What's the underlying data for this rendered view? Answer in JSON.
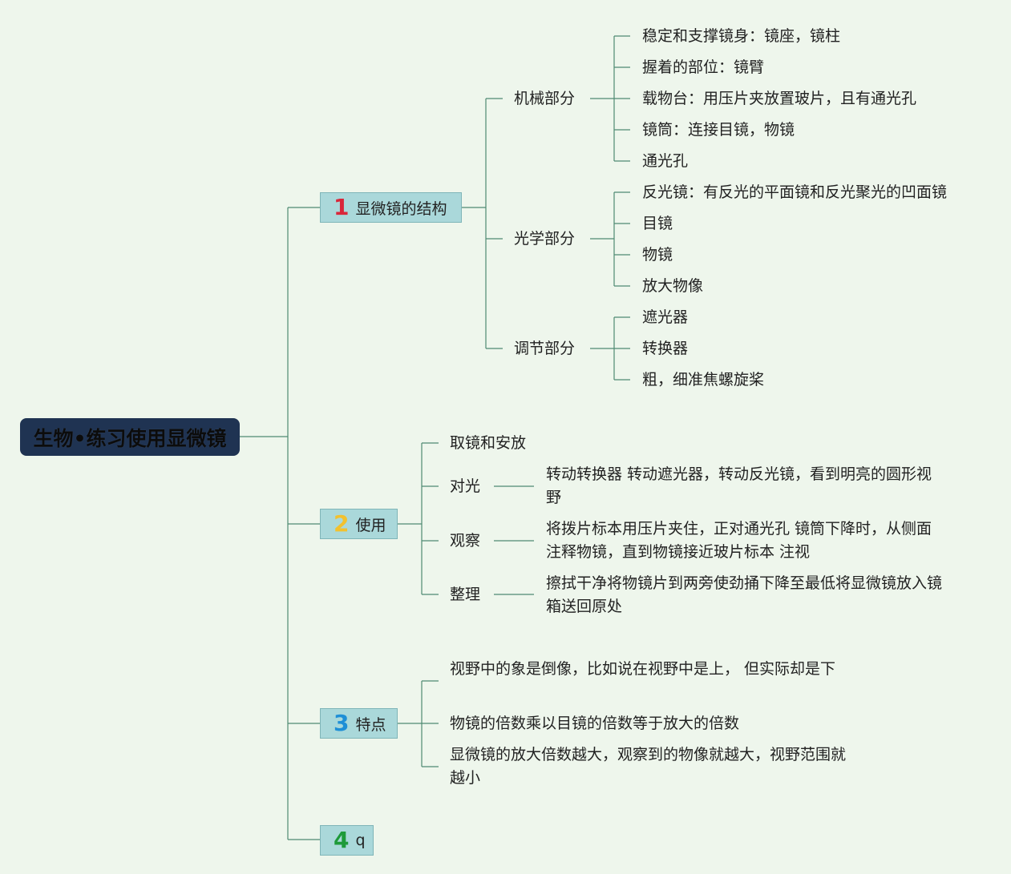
{
  "root": "生物•练习使用显微镜",
  "branches": [
    {
      "num": "1",
      "num_color": "#d9263a",
      "label": "显微镜的结构",
      "groups": [
        {
          "label": "机械部分",
          "items": [
            "稳定和支撑镜身：镜座，镜柱",
            "握着的部位：镜臂",
            "载物台：用压片夹放置玻片，且有通光孔",
            "镜筒：连接目镜，物镜",
            "通光孔"
          ]
        },
        {
          "label": "光学部分",
          "items": [
            "反光镜：有反光的平面镜和反光聚光的凹面镜",
            "目镜",
            "物镜",
            "放大物像"
          ]
        },
        {
          "label": "调节部分",
          "items": [
            "遮光器",
            "转换器",
            "粗，细准焦螺旋桨"
          ]
        }
      ]
    },
    {
      "num": "2",
      "num_color": "#f2c12e",
      "label": "使用",
      "items": [
        {
          "label": "取镜和安放"
        },
        {
          "label": "对光",
          "detail": "转动转换器 转动遮光器，转动反光镜，看到明亮的圆形视野"
        },
        {
          "label": "观察",
          "detail": "将拨片标本用压片夹住，正对通光孔 镜筒下降时，从侧面注释物镜，直到物镜接近玻片标本 注视"
        },
        {
          "label": "整理",
          "detail": "擦拭干净将物镜片到两旁使劲捅下降至最低将显微镜放入镜箱送回原处"
        }
      ]
    },
    {
      "num": "3",
      "num_color": "#1f8fd6",
      "label": "特点",
      "items": [
        "视野中的象是倒像，比如说在视野中是上， 但实际却是下",
        "物镜的倍数乘以目镜的倍数等于放大的倍数",
        "显微镜的放大倍数越大，观察到的物像就越大，视野范围就越小"
      ]
    },
    {
      "num": "4",
      "num_color": "#1e9a3a",
      "label": "q"
    }
  ]
}
